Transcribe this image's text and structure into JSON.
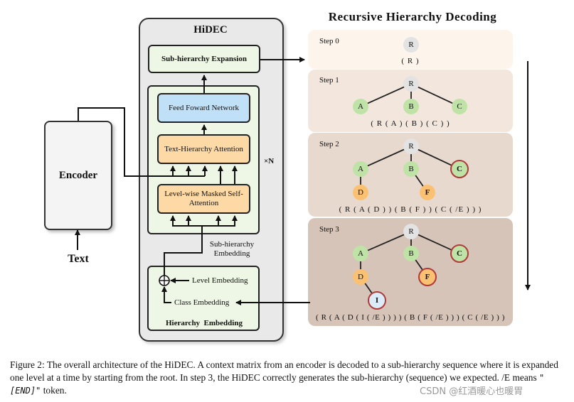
{
  "encoder": {
    "label": "Encoder",
    "input": "Text"
  },
  "hidec": {
    "title": "HiDEC",
    "expansion": "Sub-hierarchy Expansion",
    "ffn": "Feed Foward Network",
    "tha": "Text-Hierarchy Attention",
    "lwm": "Level-wise Masked Self-Attention",
    "repeat": "×N",
    "subemb": "Sub-hierarchy Embedding",
    "level_emb": "Level Embedding",
    "class_emb": "Class Embedding",
    "hier_emb": "Hierarchy  Embedding"
  },
  "decoding": {
    "title": "Recursive  Hierarchy  Decoding",
    "steps": [
      {
        "label": "Step 0",
        "seq": "( R )"
      },
      {
        "label": "Step 1",
        "seq": "( R ( A ) ( B ) ( C ) )"
      },
      {
        "label": "Step 2",
        "seq": "( R ( A ( D ) ) ( B ( F ) ) ( C ( /E ) ) )"
      },
      {
        "label": "Step 3",
        "seq": "( R ( A ( D ( I ( /E ) ) ) ) ( B ( F ( /E ) ) ) ( C ( /E ) ) )"
      }
    ],
    "nodes": {
      "R": "R",
      "A": "A",
      "B": "B",
      "C": "C",
      "D": "D",
      "F": "F",
      "I": "I"
    }
  },
  "caption": {
    "part1": "Figure 2: The overall architecture of the HiDEC. A context matrix from an encoder is decoded to a sub-hierarchy sequence where it is expanded one level at a time by starting from the root. In step 3, the HiDEC correctly generates the sub-hierarchy (sequence) we expected. /E means ",
    "code": "\"[END]\"",
    "part2": " token."
  },
  "watermark": "CSDN @红酒暖心也暖胃",
  "colors": {
    "green_node": "#bfe3a6",
    "grey_node": "#e3e3e3",
    "orange_node": "#fbc173",
    "red_border": "#b03a3a",
    "step0": "#fdf5ec",
    "step1": "#f2e6dd",
    "step2": "#e8d9cf",
    "step3": "#d6c4b8"
  }
}
